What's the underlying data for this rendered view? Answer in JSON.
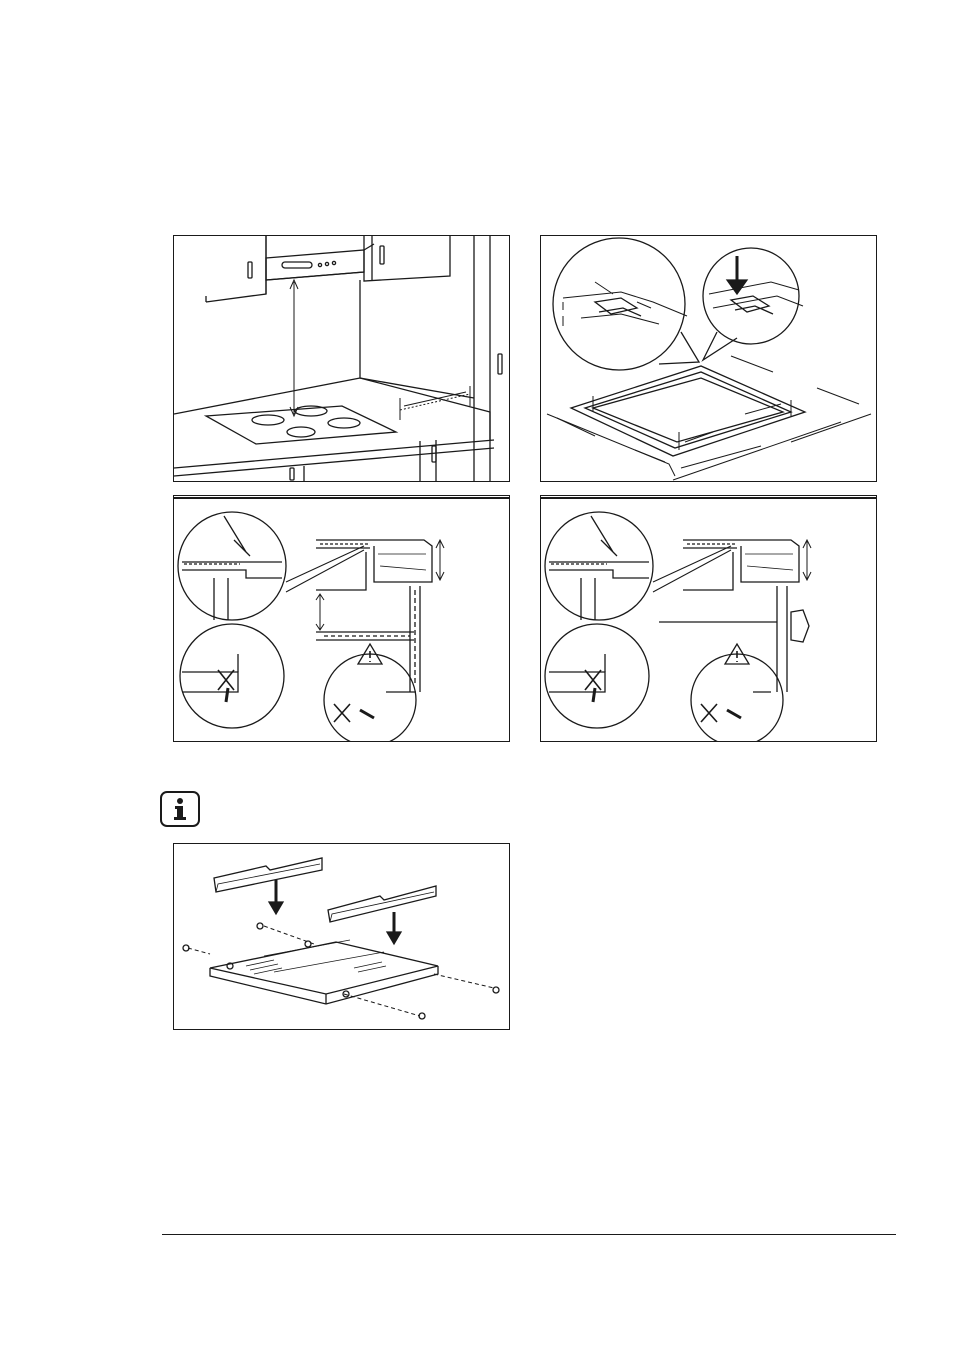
{
  "page": {
    "figures": [
      {
        "id": "fig-hood-clearance",
        "icon": "cooker-hood-clearance-illustration"
      },
      {
        "id": "fig-sealing-strip",
        "icon": "sealing-strip-installation-illustration"
      },
      {
        "id": "fig-cutout-with-shelf",
        "icon": "worktop-cutout-with-shelf-illustration"
      },
      {
        "id": "fig-cutout-with-oven",
        "icon": "worktop-cutout-with-oven-illustration"
      },
      {
        "id": "fig-bracket-assembly",
        "icon": "mounting-bracket-assembly-illustration"
      }
    ],
    "info_icon": "info-icon",
    "info_glyph": "i",
    "warning_glyph": "!"
  }
}
